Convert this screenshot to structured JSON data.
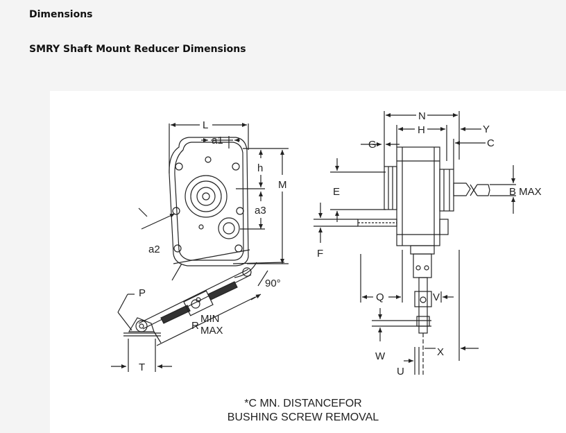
{
  "page": {
    "heading": "Dimensions",
    "subheading": "SMRY Shaft Mount Reducer Dimensions"
  },
  "diagram": {
    "labels": {
      "L": "L",
      "a1": "a1",
      "h": "h",
      "M": "M",
      "a3": "a3",
      "a2": "a2",
      "deg90": "90°",
      "P": "P",
      "R": "R",
      "MIN": "MIN",
      "MAX": "MAX",
      "T": "T",
      "N": "N",
      "H": "H",
      "Y": "Y",
      "C": "C",
      "G": "G",
      "E": "E",
      "BMAX": "B MAX",
      "F": "F",
      "Q": "Q",
      "V": "V",
      "W": "W",
      "X": "X",
      "U": "U"
    },
    "note_line1": "*C MN. DISTANCEFOR",
    "note_line2": "BUSHING SCREW REMOVAL"
  },
  "colors": {
    "ink": "#222222",
    "page_bg": "#f4f4f4",
    "figure_bg": "#ffffff"
  }
}
